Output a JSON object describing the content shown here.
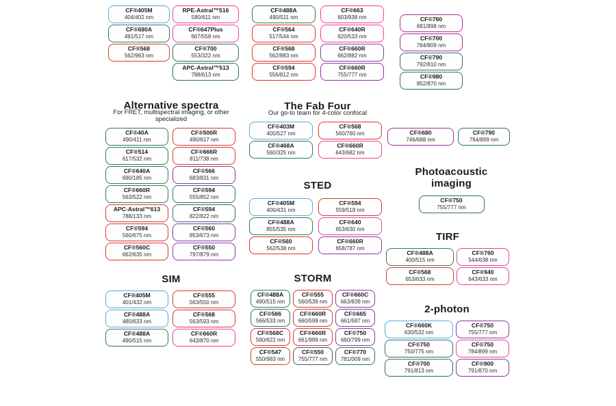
{
  "palette": {
    "blue": "#55a9dc",
    "green": "#2f7a52",
    "red": "#d6382e",
    "pink": "#ee3d96",
    "purple": "#8a35a5",
    "magenta": "#a82c93",
    "teal": "#2f6f68",
    "navy": "#45516d"
  },
  "sections": {
    "alt": {
      "title": "Alternative spectra",
      "subtitle": "For FRET, multispectral imaging, or other specialized"
    },
    "fab": {
      "title": "The Fab Four",
      "subtitle": "Our go-to team for 4-color confocal"
    },
    "sted": {
      "title": "STED"
    },
    "photo": {
      "title": "Photoacoustic imaging"
    },
    "tirf": {
      "title": "TIRF"
    },
    "sim": {
      "title": "SIM"
    },
    "storm": {
      "title": "STORM"
    },
    "photon2": {
      "title": "2-photon"
    }
  },
  "pills": {
    "top_c1": [
      {
        "name": "CF®405M",
        "value": "404/402 nm",
        "color": "blue"
      },
      {
        "name": "CF®680A",
        "value": "491/517 nm",
        "color": "green"
      },
      {
        "name": "CF®568",
        "value": "562/963 nm",
        "color": "red"
      }
    ],
    "top_c2": [
      {
        "name": "RPE-Astral™516",
        "value": "580/611 nm",
        "color": "pink"
      },
      {
        "name": "CF®647Plus",
        "value": "667/558 nm",
        "color": "pink"
      },
      {
        "name": "CF®700",
        "value": "553/322 nm",
        "color": "teal"
      },
      {
        "name": "APC-Astral™513",
        "value": "788/613 nm",
        "color": "teal"
      }
    ],
    "top_c3": [
      {
        "name": "CF®488A",
        "value": "490/511 nm",
        "color": "green"
      },
      {
        "name": "CF®564",
        "value": "517/544 nm",
        "color": "red"
      },
      {
        "name": "CF®568",
        "value": "562/883 nm",
        "color": "red"
      },
      {
        "name": "CF®594",
        "value": "556/812 nm",
        "color": "red"
      }
    ],
    "top_c4": [
      {
        "name": "CF®663",
        "value": "603/938 nm",
        "color": "pink"
      },
      {
        "name": "CF®640R",
        "value": "620/533 nm",
        "color": "pink"
      },
      {
        "name": "CF®660R",
        "value": "662/882 nm",
        "color": "purple"
      },
      {
        "name": "CF®660R",
        "value": "755/777 nm",
        "color": "purple"
      }
    ],
    "top_c5": [
      {
        "name": "CF®760",
        "value": "681/998 nm",
        "color": "magenta"
      },
      {
        "name": "CF®700",
        "value": "784/809 nm",
        "color": "magenta"
      },
      {
        "name": "CF®790",
        "value": "792/810 nm",
        "color": "teal"
      },
      {
        "name": "CF®980",
        "value": "852/870 nm",
        "color": "teal"
      }
    ],
    "alt": [
      {
        "name": "CF®40A",
        "value": "490/411 nm",
        "color": "green"
      },
      {
        "name": "CF®500R",
        "value": "490/617 nm",
        "color": "red"
      },
      {
        "name": "CF®514",
        "value": "617/532 nm",
        "color": "green"
      },
      {
        "name": "CF®666R",
        "value": "811/738 nm",
        "color": "red"
      },
      {
        "name": "CF®640A",
        "value": "690/185 nm",
        "color": "green"
      },
      {
        "name": "CF®566",
        "value": "683/831 nm",
        "color": "purple"
      },
      {
        "name": "CF®660R",
        "value": "563/522 nm",
        "color": "green"
      },
      {
        "name": "CF®594",
        "value": "555/852 nm",
        "color": "teal"
      },
      {
        "name": "APC-Astral™613",
        "value": "788/133 nm",
        "color": "red"
      },
      {
        "name": "CF®594",
        "value": "822/822 nm",
        "color": "teal"
      },
      {
        "name": "CF®594",
        "value": "560/675 nm",
        "color": "red"
      },
      {
        "name": "CF®560",
        "value": "853/673 nm",
        "color": "purple"
      },
      {
        "name": "CF®560C",
        "value": "662/635 nm",
        "color": "red"
      },
      {
        "name": "CF®550",
        "value": "797/879 nm",
        "color": "purple"
      }
    ],
    "fab": [
      {
        "name": "CF®403M",
        "value": "400/527 nm",
        "color": "blue"
      },
      {
        "name": "CF®568",
        "value": "560/760 nm",
        "color": "red"
      },
      {
        "name": "CF®468A",
        "value": "560/325 nm",
        "color": "green"
      },
      {
        "name": "CF®660R",
        "value": "643/682 nm",
        "color": "pink"
      }
    ],
    "sted": [
      {
        "name": "CF®405M",
        "value": "400/431 nm",
        "color": "blue"
      },
      {
        "name": "CF®594",
        "value": "559/518 nm",
        "color": "red"
      },
      {
        "name": "CF®488A",
        "value": "855/535 nm",
        "color": "green"
      },
      {
        "name": "CF®640",
        "value": "653/630 nm",
        "color": "pink"
      },
      {
        "name": "CF®560",
        "value": "562/538 nm",
        "color": "red"
      },
      {
        "name": "CF®660R",
        "value": "658/787 nm",
        "color": "purple"
      }
    ],
    "mid": [
      {
        "name": "CF®680",
        "value": "746/688 nm",
        "color": "magenta"
      },
      {
        "name": "CF®790",
        "value": "764/899 nm",
        "color": "teal"
      }
    ],
    "photo": [
      {
        "name": "CF®750",
        "value": "755/777 nm",
        "color": "teal"
      }
    ],
    "tirf": [
      {
        "name": "CF®488A",
        "value": "400/515 nm",
        "color": "green"
      },
      {
        "name": "CF®760",
        "value": "544/638 nm",
        "color": "pink"
      },
      {
        "name": "CF®568",
        "value": "653/633 nm",
        "color": "red"
      },
      {
        "name": "CF®940",
        "value": "643/633 nm",
        "color": "pink"
      }
    ],
    "sim": [
      {
        "name": "CF®405M",
        "value": "401/432 nm",
        "color": "blue"
      },
      {
        "name": "CF®555",
        "value": "563/550 nm",
        "color": "red"
      },
      {
        "name": "CF®488A",
        "value": "480/633 nm",
        "color": "blue"
      },
      {
        "name": "CF®568",
        "value": "563/593 nm",
        "color": "red"
      },
      {
        "name": "CF®488A",
        "value": "490/515 nm",
        "color": "green"
      },
      {
        "name": "CF®660R",
        "value": "643/870 nm",
        "color": "pink"
      }
    ],
    "storm": [
      {
        "name": "CF®488A",
        "value": "490/515 nm",
        "color": "green"
      },
      {
        "name": "CF®555",
        "value": "560/539 nm",
        "color": "red"
      },
      {
        "name": "CF®660C",
        "value": "663/839 nm",
        "color": "purple"
      },
      {
        "name": "CF®566",
        "value": "566/533 nm",
        "color": "teal"
      },
      {
        "name": "CF®660R",
        "value": "660/599 nm",
        "color": "red"
      },
      {
        "name": "CF®665",
        "value": "661/587 nm",
        "color": "purple"
      },
      {
        "name": "CF®568C",
        "value": "590/622 nm",
        "color": "red"
      },
      {
        "name": "CF®660R",
        "value": "661/999 nm",
        "color": "red"
      },
      {
        "name": "CF®750",
        "value": "660/799 nm",
        "color": "purple"
      },
      {
        "name": "CF®547",
        "value": "550/983 nm",
        "color": "red"
      },
      {
        "name": "CF®550",
        "value": "755/777 nm",
        "color": "navy"
      },
      {
        "name": "CF®770",
        "value": "781/009 nm",
        "color": "teal"
      }
    ],
    "photon2": [
      {
        "name": "CF®660K",
        "value": "630/532 nm",
        "color": "blue"
      },
      {
        "name": "CF®750",
        "value": "755/777 nm",
        "color": "purple"
      },
      {
        "name": "CF®750",
        "value": "750/775 nm",
        "color": "teal"
      },
      {
        "name": "CF®750",
        "value": "784/899 nm",
        "color": "pink"
      },
      {
        "name": "CF®700",
        "value": "791/813 nm",
        "color": "teal"
      },
      {
        "name": "CF®900",
        "value": "791/870 nm",
        "color": "purple"
      }
    ]
  }
}
